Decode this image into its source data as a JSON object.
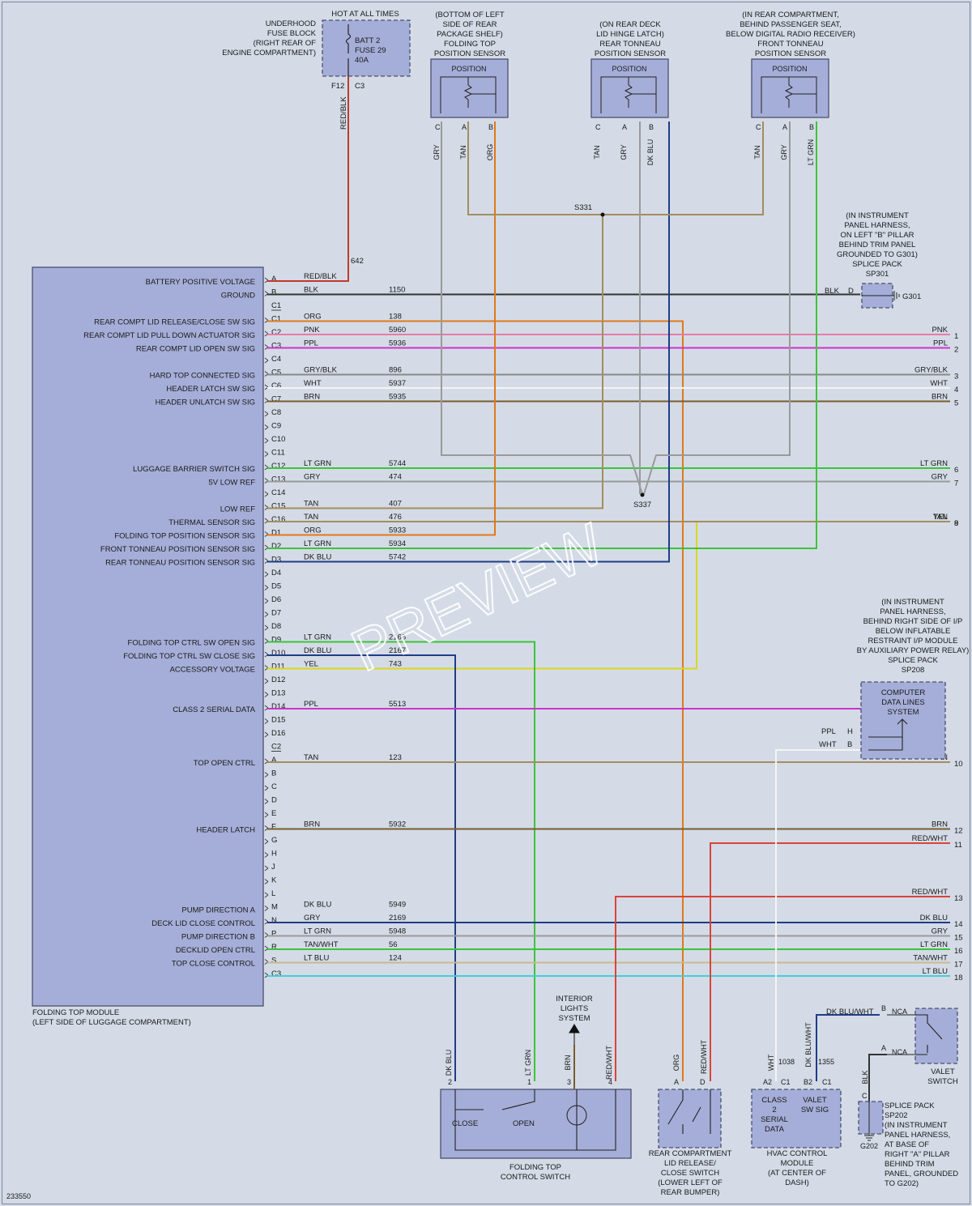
{
  "figure_id": "233550",
  "watermark": "PREVIEW",
  "module": {
    "name": "FOLDING TOP MODULE",
    "location": "(LEFT SIDE OF LUGGAGE COMPARTMENT)",
    "connector_c1": "C1",
    "connector_c2": "C2",
    "connector_c3": "C3"
  },
  "fuse": {
    "header": "HOT AT ALL TIMES",
    "location": [
      "UNDERHOOD",
      "FUSE BLOCK",
      "(RIGHT REAR OF",
      "ENGINE COMPARTMENT)"
    ],
    "label": [
      "BATT 2",
      "FUSE 29",
      "40A"
    ],
    "pin": "F12",
    "connector": "C3",
    "wire_color": "RED/BLK",
    "circuit": "642"
  },
  "sensors": [
    {
      "location": [
        "(BOTTOM OF LEFT",
        "SIDE OF REAR",
        "PACKAGE SHELF)",
        "FOLDING TOP",
        "POSITION SENSOR"
      ],
      "title": "POSITION",
      "pins": [
        "C",
        "A",
        "B"
      ],
      "wires": [
        "GRY",
        "TAN",
        "ORG"
      ]
    },
    {
      "location": [
        "(ON REAR DECK",
        "LID HINGE LATCH)",
        "REAR TONNEAU",
        "POSITION SENSOR"
      ],
      "title": "POSITION",
      "pins": [
        "C",
        "A",
        "B"
      ],
      "wires": [
        "TAN",
        "GRY",
        "DK BLU"
      ]
    },
    {
      "location": [
        "(IN REAR COMPARTMENT,",
        "BEHIND PASSENGER SEAT,",
        "BELOW DIGITAL RADIO RECEIVER)",
        "FRONT TONNEAU",
        "POSITION SENSOR"
      ],
      "title": "POSITION",
      "pins": [
        "C",
        "A",
        "B"
      ],
      "wires": [
        "TAN",
        "GRY",
        "LT GRN"
      ]
    }
  ],
  "splices": {
    "s331": "S331",
    "s337": "S337"
  },
  "sp301": {
    "note": [
      "(IN INSTRUMENT",
      "PANEL HARNESS,",
      "ON LEFT \"B\" PILLAR",
      "BEHIND TRIM PANEL",
      "GROUNDED TO G301)",
      "SPLICE PACK",
      "SP301"
    ],
    "wire": "BLK",
    "pin": "D",
    "ground": "G301"
  },
  "sp208": {
    "note": [
      "(IN INSTRUMENT",
      "PANEL HARNESS,",
      "BEHIND RIGHT SIDE OF I/P",
      "BELOW INFLATABLE",
      "RESTRAINT I/P MODULE",
      "BY AUXILIARY POWER RELAY)",
      "SPLICE PACK",
      "SP208"
    ],
    "box": [
      "COMPUTER",
      "DATA LINES",
      "SYSTEM"
    ],
    "wires": [
      {
        "color": "PPL",
        "pin": "H"
      },
      {
        "color": "WHT",
        "pin": "B"
      }
    ]
  },
  "pins": [
    {
      "func": "BATTERY POSITIVE VOLTAGE",
      "pin": "A",
      "color": "RED/BLK",
      "circuit": "",
      "hex": "#c0392b"
    },
    {
      "func": "GROUND",
      "pin": "B",
      "color": "BLK",
      "circuit": "1150",
      "hex": "#333333"
    },
    {
      "func": "",
      "pin": "C1",
      "color": "",
      "circuit": ""
    },
    {
      "func": "REAR COMPT LID RELEASE/CLOSE SW SIG",
      "pin": "C1",
      "color": "ORG",
      "circuit": "138",
      "hex": "#e0791c"
    },
    {
      "func": "REAR COMPT LID PULL DOWN ACTUATOR SIG",
      "pin": "C2",
      "color": "PNK",
      "circuit": "5960",
      "hex": "#e97aa6"
    },
    {
      "func": "REAR COMPT LID OPEN SW SIG",
      "pin": "C3",
      "color": "PPL",
      "circuit": "5936",
      "hex": "#cc33cc"
    },
    {
      "func": "",
      "pin": "C4",
      "color": "",
      "circuit": ""
    },
    {
      "func": "HARD TOP CONNECTED SIG",
      "pin": "C5",
      "color": "GRY/BLK",
      "circuit": "896",
      "hex": "#8a8a8a"
    },
    {
      "func": "HEADER LATCH SW SIG",
      "pin": "C6",
      "color": "WHT",
      "circuit": "5937",
      "hex": "#f4f4f4"
    },
    {
      "func": "HEADER UNLATCH SW SIG",
      "pin": "C7",
      "color": "BRN",
      "circuit": "5935",
      "hex": "#7a5c2e"
    },
    {
      "func": "",
      "pin": "C8",
      "color": "",
      "circuit": ""
    },
    {
      "func": "",
      "pin": "C9",
      "color": "",
      "circuit": ""
    },
    {
      "func": "",
      "pin": "C10",
      "color": "",
      "circuit": ""
    },
    {
      "func": "",
      "pin": "C11",
      "color": "",
      "circuit": ""
    },
    {
      "func": "LUGGAGE BARRIER SWITCH SIG",
      "pin": "C12",
      "color": "LT GRN",
      "circuit": "5744",
      "hex": "#3cc43c"
    },
    {
      "func": "5V LOW REF",
      "pin": "C13",
      "color": "GRY",
      "circuit": "474",
      "hex": "#9a9a9a"
    },
    {
      "func": "",
      "pin": "C14",
      "color": "",
      "circuit": ""
    },
    {
      "func": "LOW REF",
      "pin": "C15",
      "color": "TAN",
      "circuit": "407",
      "hex": "#a38d5f"
    },
    {
      "func": "THERMAL SENSOR SIG",
      "pin": "C16",
      "color": "TAN",
      "circuit": "476",
      "hex": "#a38d5f"
    },
    {
      "func": "FOLDING TOP POSITION SENSOR SIG",
      "pin": "D1",
      "color": "ORG",
      "circuit": "5933",
      "hex": "#e0791c"
    },
    {
      "func": "FRONT TONNEAU POSITION SENSOR SIG",
      "pin": "D2",
      "color": "LT GRN",
      "circuit": "5934",
      "hex": "#3cc43c"
    },
    {
      "func": "REAR TONNEAU POSITION SENSOR SIG",
      "pin": "D3",
      "color": "DK BLU",
      "circuit": "5742",
      "hex": "#1f3c88"
    },
    {
      "func": "",
      "pin": "D4",
      "color": "",
      "circuit": ""
    },
    {
      "func": "",
      "pin": "D5",
      "color": "",
      "circuit": ""
    },
    {
      "func": "",
      "pin": "D6",
      "color": "",
      "circuit": ""
    },
    {
      "func": "",
      "pin": "D7",
      "color": "",
      "circuit": ""
    },
    {
      "func": "",
      "pin": "D8",
      "color": "",
      "circuit": ""
    },
    {
      "func": "FOLDING TOP CTRL SW OPEN SIG",
      "pin": "D9",
      "color": "LT GRN",
      "circuit": "2166",
      "hex": "#3cc43c"
    },
    {
      "func": "FOLDING TOP CTRL SW CLOSE SIG",
      "pin": "D10",
      "color": "DK BLU",
      "circuit": "2167",
      "hex": "#1f3c88"
    },
    {
      "func": "ACCESSORY VOLTAGE",
      "pin": "D11",
      "color": "YEL",
      "circuit": "743",
      "hex": "#d8d81e"
    },
    {
      "func": "",
      "pin": "D12",
      "color": "",
      "circuit": ""
    },
    {
      "func": "",
      "pin": "D13",
      "color": "",
      "circuit": ""
    },
    {
      "func": "CLASS 2 SERIAL DATA",
      "pin": "D14",
      "color": "PPL",
      "circuit": "5513",
      "hex": "#cc33cc"
    },
    {
      "func": "",
      "pin": "D15",
      "color": "",
      "circuit": ""
    },
    {
      "func": "",
      "pin": "D16",
      "color": "",
      "circuit": ""
    },
    {
      "func": "",
      "pin": "C2",
      "color": "",
      "circuit": ""
    },
    {
      "func": "TOP OPEN CTRL",
      "pin": "A",
      "color": "TAN",
      "circuit": "123",
      "hex": "#a38d5f"
    },
    {
      "func": "",
      "pin": "B",
      "color": "",
      "circuit": ""
    },
    {
      "func": "",
      "pin": "C",
      "color": "",
      "circuit": ""
    },
    {
      "func": "",
      "pin": "D",
      "color": "",
      "circuit": ""
    },
    {
      "func": "",
      "pin": "E",
      "color": "",
      "circuit": ""
    },
    {
      "func": "HEADER LATCH",
      "pin": "F",
      "color": "BRN",
      "circuit": "5932",
      "hex": "#7a5c2e"
    },
    {
      "func": "",
      "pin": "G",
      "color": "",
      "circuit": ""
    },
    {
      "func": "",
      "pin": "H",
      "color": "",
      "circuit": ""
    },
    {
      "func": "",
      "pin": "J",
      "color": "",
      "circuit": ""
    },
    {
      "func": "",
      "pin": "K",
      "color": "",
      "circuit": ""
    },
    {
      "func": "",
      "pin": "L",
      "color": "",
      "circuit": ""
    },
    {
      "func": "PUMP DIRECTION A",
      "pin": "M",
      "color": "DK BLU",
      "circuit": "5949",
      "hex": "#1f3c88"
    },
    {
      "func": "DECK LID CLOSE CONTROL",
      "pin": "N",
      "color": "GRY",
      "circuit": "2169",
      "hex": "#9a9a9a"
    },
    {
      "func": "PUMP DIRECTION B",
      "pin": "P",
      "color": "LT GRN",
      "circuit": "5948",
      "hex": "#3cc43c"
    },
    {
      "func": "DECKLID OPEN CTRL",
      "pin": "R",
      "color": "TAN/WHT",
      "circuit": "56",
      "hex": "#c8b88e"
    },
    {
      "func": "TOP CLOSE CONTROL",
      "pin": "S",
      "color": "LT BLU",
      "circuit": "124",
      "hex": "#3fd0d8"
    },
    {
      "func": "",
      "pin": "C3",
      "color": "",
      "circuit": ""
    }
  ],
  "right_refs": [
    {
      "color": "PNK",
      "num": "1",
      "hex": "#e97aa6"
    },
    {
      "color": "PPL",
      "num": "2",
      "hex": "#cc33cc"
    },
    {
      "color": "GRY/BLK",
      "num": "3",
      "hex": "#8a8a8a"
    },
    {
      "color": "WHT",
      "num": "4",
      "hex": "#f4f4f4"
    },
    {
      "color": "BRN",
      "num": "5",
      "hex": "#7a5c2e"
    },
    {
      "color": "LT GRN",
      "num": "6",
      "hex": "#3cc43c"
    },
    {
      "color": "GRY",
      "num": "7",
      "hex": "#9a9a9a"
    },
    {
      "color": "YEL",
      "num": "8",
      "hex": "#d8d81e"
    },
    {
      "color": "TAN",
      "num": "9",
      "hex": "#a38d5f"
    },
    {
      "color": "TAN",
      "num": "10",
      "hex": "#a38d5f"
    },
    {
      "color": "RED/WHT",
      "num": "11",
      "hex": "#d9443a"
    },
    {
      "color": "BRN",
      "num": "12",
      "hex": "#7a5c2e"
    },
    {
      "color": "RED/WHT",
      "num": "13",
      "hex": "#d9443a"
    },
    {
      "color": "DK BLU",
      "num": "14",
      "hex": "#1f3c88"
    },
    {
      "color": "GRY",
      "num": "15",
      "hex": "#9a9a9a"
    },
    {
      "color": "LT GRN",
      "num": "16",
      "hex": "#3cc43c"
    },
    {
      "color": "TAN/WHT",
      "num": "17",
      "hex": "#c8b88e"
    },
    {
      "color": "LT BLU",
      "num": "18",
      "hex": "#3fd0d8"
    }
  ],
  "control_switch": {
    "name": [
      "FOLDING TOP",
      "CONTROL SWITCH"
    ],
    "close": "CLOSE",
    "open": "OPEN",
    "pins": [
      "2",
      "1",
      "3",
      "4"
    ],
    "wires": [
      "DK BLU",
      "LT GRN",
      "BRN",
      "RED/WHT"
    ],
    "interior": [
      "INTERIOR",
      "LIGHTS",
      "SYSTEM"
    ]
  },
  "lid_switch": {
    "name": [
      "REAR COMPARTMENT",
      "LID RELEASE/",
      "CLOSE SWITCH",
      "(LOWER LEFT OF",
      "REAR BUMPER)"
    ],
    "pins": [
      "A",
      "D"
    ],
    "wires": [
      "ORG",
      "RED/WHT"
    ]
  },
  "hvac": {
    "name": [
      "HVAC CONTROL",
      "MODULE",
      "(AT CENTER OF",
      "DASH)"
    ],
    "left": [
      "CLASS",
      "2",
      "SERIAL",
      "DATA"
    ],
    "right": [
      "VALET",
      "SW SIG"
    ],
    "pins": [
      "A2",
      "B2"
    ],
    "connector": "C1",
    "wires": [
      "WHT",
      "DK BLU/WHT"
    ],
    "circuits": [
      "1038",
      "1355"
    ]
  },
  "valet": {
    "name": [
      "VALET",
      "SWITCH"
    ],
    "wire": "DK BLU/WHT",
    "ground_wire": "BLK",
    "pins": [
      "B",
      "A"
    ],
    "nca": "NCA"
  },
  "sp202": {
    "pin": "C",
    "ground": "G202",
    "note": [
      "SPLICE PACK",
      "SP202",
      "(IN INSTRUMENT",
      "PANEL HARNESS,",
      "AT BASE OF",
      "RIGHT \"A\" PILLAR",
      "BEHIND TRIM",
      "PANEL, GROUNDED",
      "TO G202)"
    ]
  }
}
